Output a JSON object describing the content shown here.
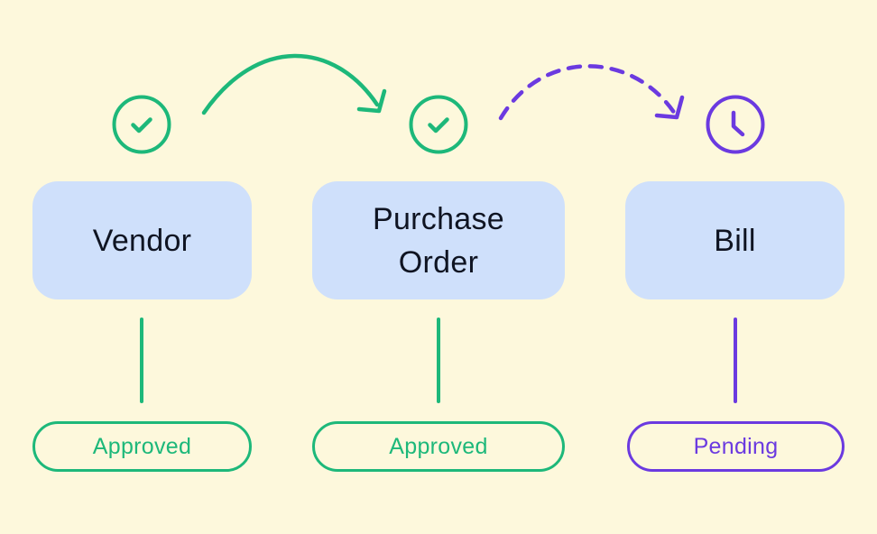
{
  "colors": {
    "background": "#fdf8dc",
    "node_fill": "#cfe0fb",
    "approved": "#1db87a",
    "pending": "#6b3ae0",
    "text": "#0f1422"
  },
  "steps": [
    {
      "label_lines": [
        "Vendor"
      ],
      "status": "Approved",
      "icon": "check-circle-icon"
    },
    {
      "label_lines": [
        "Purchase",
        "Order"
      ],
      "status": "Approved",
      "icon": "check-circle-icon"
    },
    {
      "label_lines": [
        "Bill"
      ],
      "status": "Pending",
      "icon": "clock-icon"
    }
  ],
  "transitions": [
    {
      "from": "Vendor",
      "to": "Purchase Order",
      "style": "solid"
    },
    {
      "from": "Purchase Order",
      "to": "Bill",
      "style": "dashed"
    }
  ]
}
